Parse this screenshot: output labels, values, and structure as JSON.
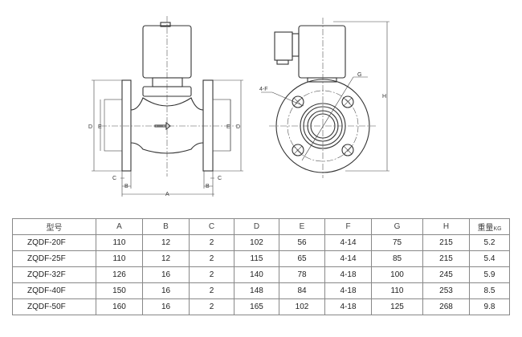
{
  "drawing": {
    "front_view_labels": {
      "A": "A",
      "B_left": "B",
      "B_right": "B",
      "C_left": "C",
      "C_right": "C",
      "D_left": "D",
      "D_right": "D",
      "E_left": "E",
      "E_right": "E"
    },
    "side_view_labels": {
      "G": "G",
      "F": "4-F",
      "H": "H"
    }
  },
  "table": {
    "headers": [
      "型号",
      "A",
      "B",
      "C",
      "D",
      "E",
      "F",
      "G",
      "H",
      "重量"
    ],
    "weight_unit": "KG",
    "rows": [
      [
        "ZQDF-20F",
        "110",
        "12",
        "2",
        "102",
        "56",
        "4-14",
        "75",
        "215",
        "5.2"
      ],
      [
        "ZQDF-25F",
        "110",
        "12",
        "2",
        "115",
        "65",
        "4-14",
        "85",
        "215",
        "5.4"
      ],
      [
        "ZQDF-32F",
        "126",
        "16",
        "2",
        "140",
        "78",
        "4-18",
        "100",
        "245",
        "5.9"
      ],
      [
        "ZQDF-40F",
        "150",
        "16",
        "2",
        "148",
        "84",
        "4-18",
        "110",
        "253",
        "8.5"
      ],
      [
        "ZQDF-50F",
        "160",
        "16",
        "2",
        "165",
        "102",
        "4-18",
        "125",
        "268",
        "9.8"
      ]
    ]
  }
}
